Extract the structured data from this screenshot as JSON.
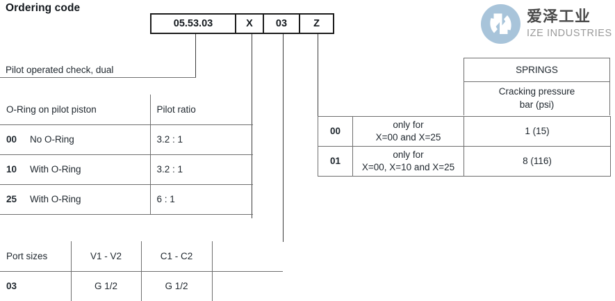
{
  "page": {
    "title": "Ordering code"
  },
  "ordering_code": {
    "cells": [
      {
        "value": "05.53.03",
        "name": "series-code"
      },
      {
        "value": "X",
        "name": "oring-variant-code"
      },
      {
        "value": "03",
        "name": "port-size-code"
      },
      {
        "value": "Z",
        "name": "spring-code"
      }
    ]
  },
  "description": {
    "text": "Pilot operated check, dual"
  },
  "oring_table": {
    "headers": [
      "O-Ring on pilot piston",
      "Pilot ratio"
    ],
    "rows": [
      {
        "code": "00",
        "label": "No O-Ring",
        "ratio": "3.2 : 1"
      },
      {
        "code": "10",
        "label": "With O-Ring",
        "ratio": "3.2 : 1"
      },
      {
        "code": "25",
        "label": "With O-Ring",
        "ratio": "6 : 1"
      }
    ]
  },
  "port_table": {
    "headers": [
      "Port sizes",
      "V1 - V2",
      "C1 - C2",
      ""
    ],
    "rows": [
      {
        "code": "03",
        "v": "G 1/2",
        "c": "G 1/2",
        "extra": ""
      }
    ]
  },
  "springs_table": {
    "title": "SPRINGS",
    "subtitle_line1": "Cracking pressure",
    "subtitle_line2": "bar (psi)",
    "rows": [
      {
        "code": "00",
        "note_line1": "only for",
        "note_line2": "X=00 and X=25",
        "value": "1 (15)"
      },
      {
        "code": "01",
        "note_line1": "only for",
        "note_line2": "X=00, X=10 and X=25",
        "value": "8 (116)"
      }
    ]
  },
  "logo": {
    "cn": "爱泽工业",
    "en": "IZE INDUSTRIES",
    "mark_color": "#a8c4da",
    "text_color": "#4a4a4a",
    "sub_color": "#9a9a9a"
  },
  "colors": {
    "rule": "#6e6e6e",
    "box_border": "#1b1b1b",
    "text": "#1d252c"
  }
}
